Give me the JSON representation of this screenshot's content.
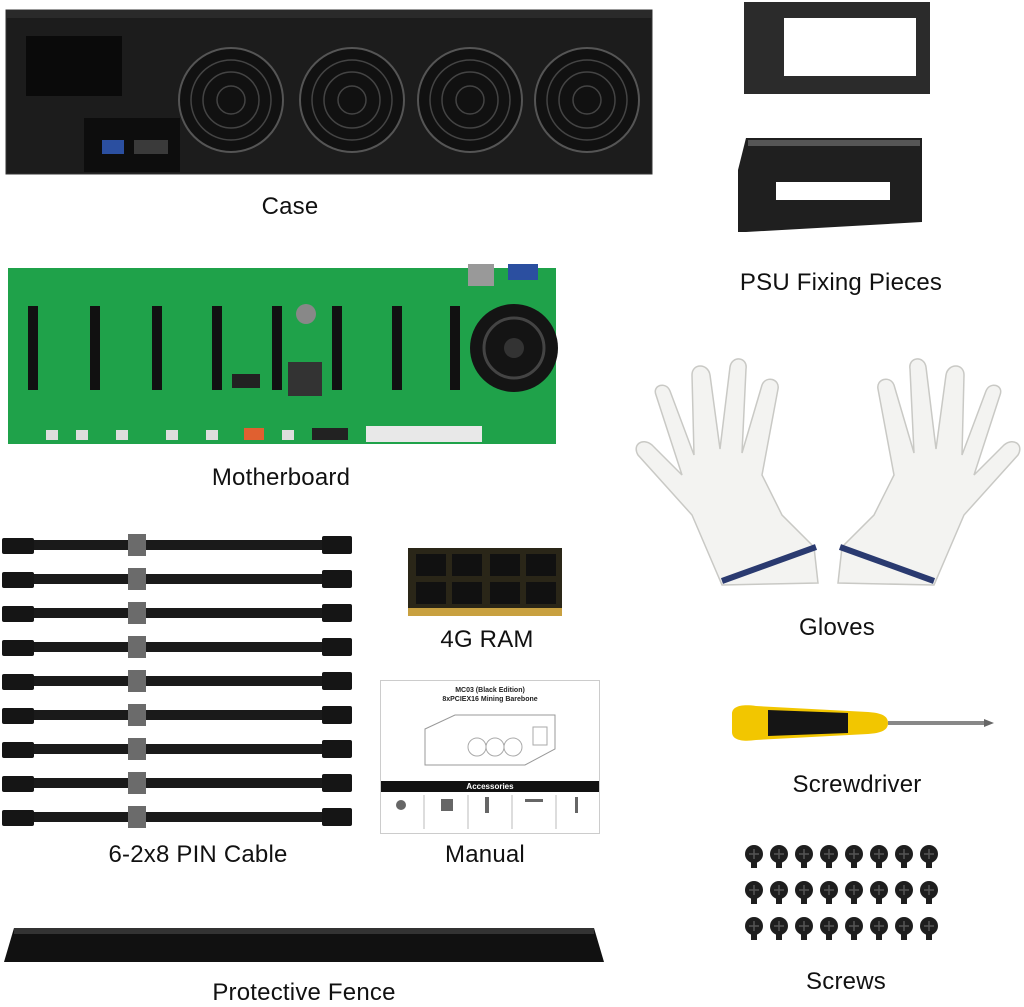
{
  "labels": {
    "case": "Case",
    "psu_fixing": "PSU Fixing Pieces",
    "motherboard": "Motherboard",
    "gloves": "Gloves",
    "cable": "6-2x8 PIN Cable",
    "ram": "4G RAM",
    "manual": "Manual",
    "screwdriver": "Screwdriver",
    "fence": "Protective Fence",
    "screws": "Screws"
  },
  "manual": {
    "title_line1": "MC03 (Black Edition)",
    "title_line2": "8xPCIEX16 Mining Barebone",
    "accessories_heading": "Accessories"
  }
}
